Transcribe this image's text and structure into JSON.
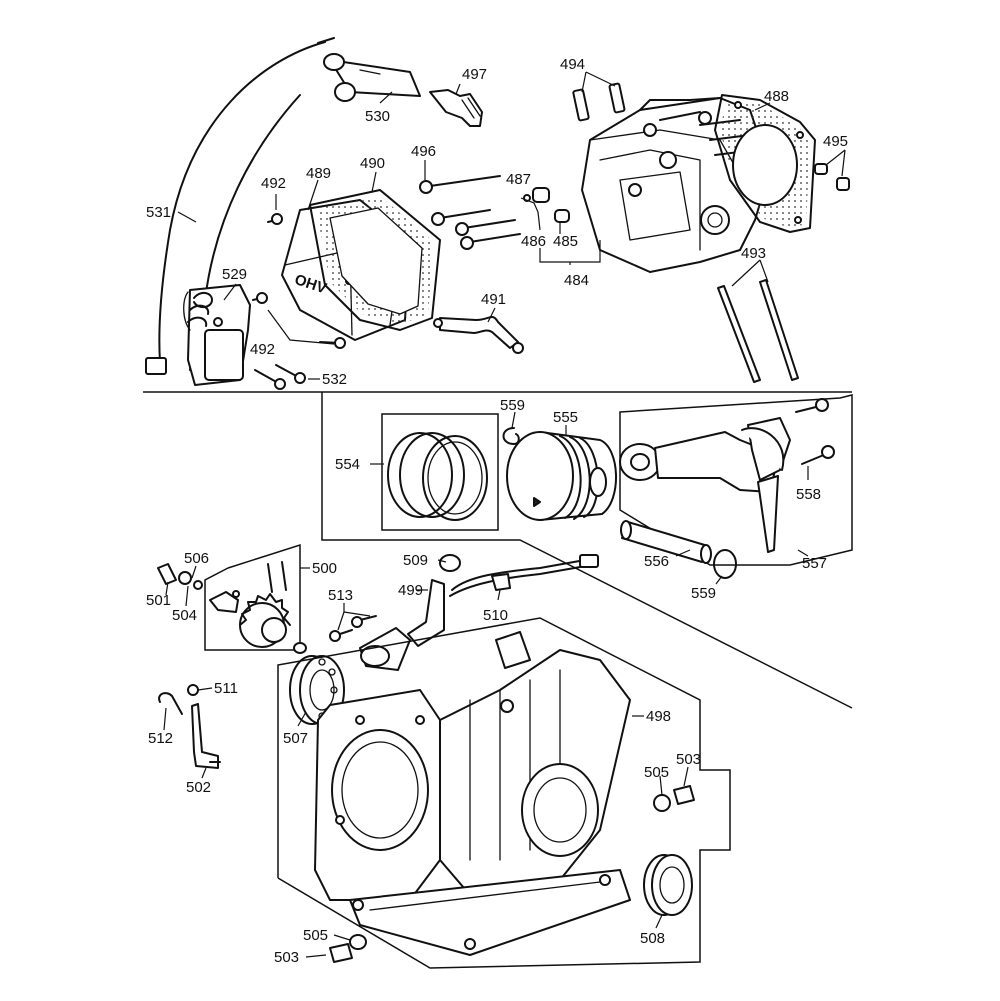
{
  "labels": {
    "p484": "484",
    "p485": "485",
    "p486": "486",
    "p487": "487",
    "p488": "488",
    "p489": "489",
    "p490": "490",
    "p491": "491",
    "p492a": "492",
    "p492b": "492",
    "p493": "493",
    "p494": "494",
    "p495": "495",
    "p496": "496",
    "p497": "497",
    "p498": "498",
    "p499": "499",
    "p500": "500",
    "p501": "501",
    "p502": "502",
    "p503a": "503",
    "p503b": "503",
    "p504": "504",
    "p505a": "505",
    "p505b": "505",
    "p506": "506",
    "p507": "507",
    "p508": "508",
    "p509": "509",
    "p510": "510",
    "p511": "511",
    "p512": "512",
    "p513": "513",
    "p529": "529",
    "p530": "530",
    "p531": "531",
    "p532": "532",
    "p554": "554",
    "p555": "555",
    "p556": "556",
    "p557": "557",
    "p558": "558",
    "p559a": "559",
    "p559b": "559"
  },
  "cover_text": "OHV",
  "colors": {
    "ink": "#111111",
    "paper": "#ffffff"
  }
}
